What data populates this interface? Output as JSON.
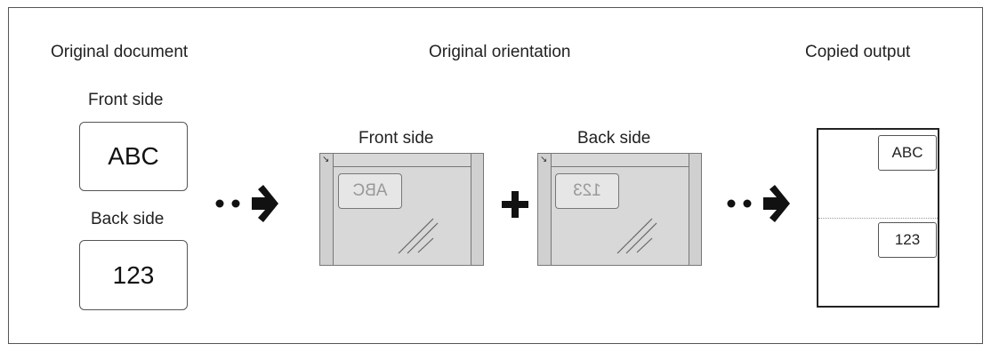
{
  "headings": {
    "original_document": "Original document",
    "original_orientation": "Original orientation",
    "copied_output": "Copied output"
  },
  "original": {
    "front_label": "Front side",
    "front_text": "ABC",
    "back_label": "Back side",
    "back_text": "123"
  },
  "orientation": {
    "front_label": "Front side",
    "front_text": "ABC",
    "back_label": "Back side",
    "back_text": "123",
    "corner_glyph": "↘"
  },
  "output": {
    "top_text": "ABC",
    "bottom_text": "123"
  },
  "icons": [
    "arrow-right-icon",
    "plus-icon",
    "glass-reflection-icon",
    "corner-arrow-icon"
  ]
}
